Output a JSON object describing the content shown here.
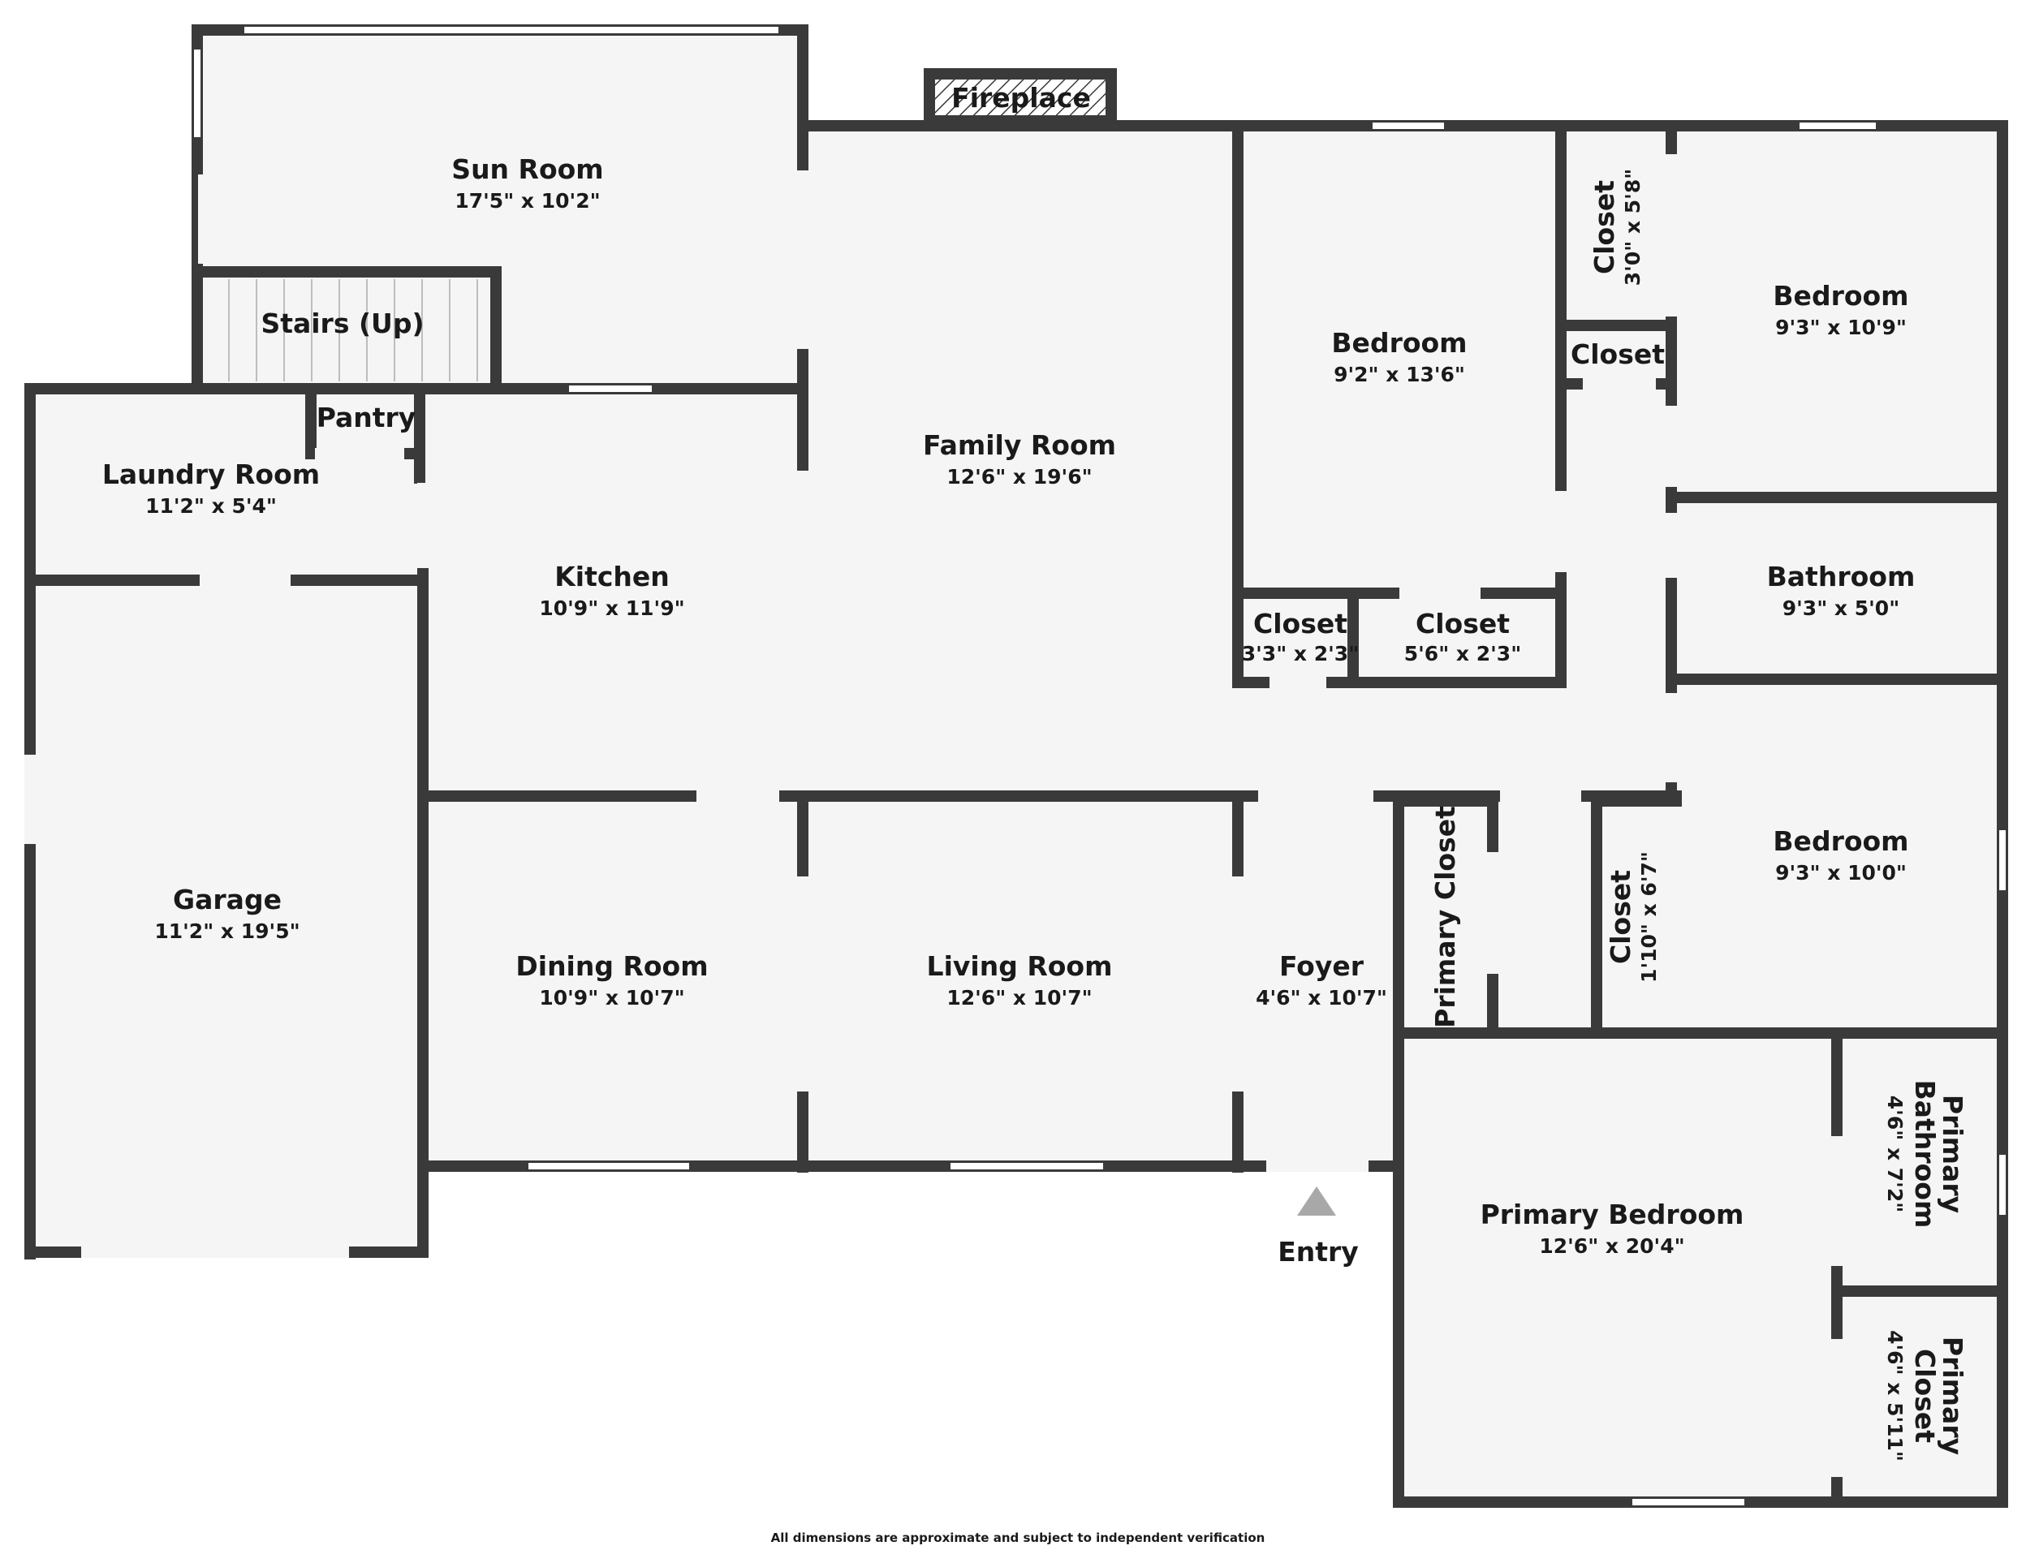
{
  "colors": {
    "wall": "#3a3a3a",
    "floor": "#f5f5f5",
    "text": "#1a1a1a",
    "entry_arrow": "#a8a8a8"
  },
  "rooms": {
    "sun_room": {
      "name": "Sun Room",
      "dim": "17'5\" x 10'2\""
    },
    "stairs": {
      "name": "Stairs (Up)"
    },
    "fireplace": {
      "name": "Fireplace"
    },
    "pantry": {
      "name": "Pantry"
    },
    "laundry_room": {
      "name": "Laundry Room",
      "dim": "11'2\" x 5'4\""
    },
    "kitchen": {
      "name": "Kitchen",
      "dim": "10'9\" x 11'9\""
    },
    "family_room": {
      "name": "Family Room",
      "dim": "12'6\" x 19'6\""
    },
    "bedroom_1": {
      "name": "Bedroom",
      "dim": "9'2\" x 13'6\""
    },
    "closet_v1": {
      "name": "Closet",
      "dim": "3'0\" x 5'8\""
    },
    "closet_small": {
      "name": "Closet"
    },
    "bedroom_2": {
      "name": "Bedroom",
      "dim": "9'3\" x 10'9\""
    },
    "bathroom": {
      "name": "Bathroom",
      "dim": "9'3\" x 5'0\""
    },
    "closet_a": {
      "name": "Closet",
      "dim": "3'3\" x 2'3\""
    },
    "closet_b": {
      "name": "Closet",
      "dim": "5'6\" x 2'3\""
    },
    "garage": {
      "name": "Garage",
      "dim": "11'2\" x 19'5\""
    },
    "dining_room": {
      "name": "Dining Room",
      "dim": "10'9\" x 10'7\""
    },
    "living_room": {
      "name": "Living Room",
      "dim": "12'6\" x 10'7\""
    },
    "foyer": {
      "name": "Foyer",
      "dim": "4'6\" x 10'7\""
    },
    "primary_closet_v": {
      "name": "Primary Closet"
    },
    "closet_v2": {
      "name": "Closet",
      "dim": "1'10\" x 6'7\""
    },
    "bedroom_3": {
      "name": "Bedroom",
      "dim": "9'3\" x 10'0\""
    },
    "primary_bedroom": {
      "name": "Primary Bedroom",
      "dim": "12'6\" x 20'4\""
    },
    "primary_bathroom": {
      "name_1": "Primary",
      "name_2": "Bathroom",
      "dim": "4'6\" x 7'2\""
    },
    "primary_closet_2": {
      "name_1": "Primary",
      "name_2": "Closet",
      "dim": "4'6\" x 5'11\""
    }
  },
  "entry": {
    "label": "Entry"
  },
  "footnote": "All dimensions are approximate and subject to independent verification"
}
